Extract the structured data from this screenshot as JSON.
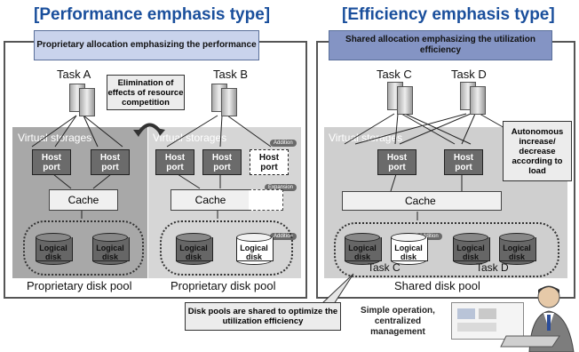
{
  "titles": {
    "left": "[Performance emphasis type]",
    "right": "[Efficiency emphasis type]"
  },
  "banners": {
    "left": "Proprietary allocation emphasizing the performance",
    "right": "Shared allocation emphasizing the utilization efficiency"
  },
  "tasks": {
    "a": "Task A",
    "b": "Task B",
    "c": "Task C",
    "d": "Task D",
    "disk_c": "Task C",
    "disk_d": "Task D"
  },
  "labels": {
    "virtual_storages": "Virtual storages",
    "host_port": "Host port",
    "cache": "Cache",
    "logical_disk": "Logical disk",
    "addition": "Addition",
    "expansion": "Expansion"
  },
  "pools": {
    "left1": "Proprietary disk pool",
    "left2": "Proprietary disk pool",
    "right": "Shared disk pool"
  },
  "callouts": {
    "elimination": "Elimination of effects of resource competition",
    "autonomous": "Autonomous increase/ decrease according to load",
    "shared": "Disk pools are shared to optimize the utilization efficiency",
    "simple": "Simple operation, centralized management"
  },
  "colors": {
    "title_blue": "#1a4f9c",
    "banner_left": "#c9d3ec",
    "banner_right": "#8494c4"
  }
}
